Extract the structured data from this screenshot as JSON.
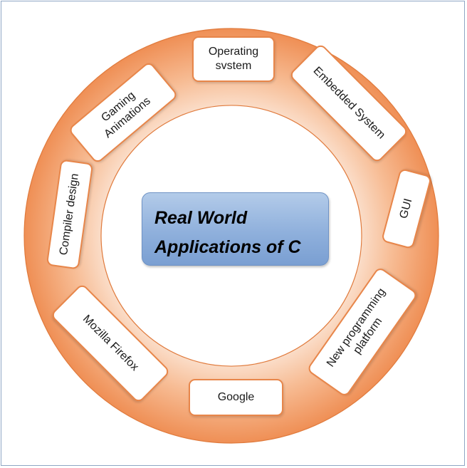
{
  "diagram": {
    "center_title": "Real World\nApplications of C",
    "colors": {
      "ring_light": "#fbe3d2",
      "ring_dark": "#ef8f55",
      "ring_border": "#e07a3c",
      "center_fill": "#95b3de",
      "frame": "#8ea6c4"
    },
    "items": [
      {
        "label": "Operating\nsvstem"
      },
      {
        "label": "Embedded System"
      },
      {
        "label": "GUI"
      },
      {
        "label": "New programming\nplatform"
      },
      {
        "label": "Google"
      },
      {
        "label": "Mozilla Firefox"
      },
      {
        "label": "Compiler design"
      },
      {
        "label": "Gaming\nAnimations"
      }
    ]
  }
}
